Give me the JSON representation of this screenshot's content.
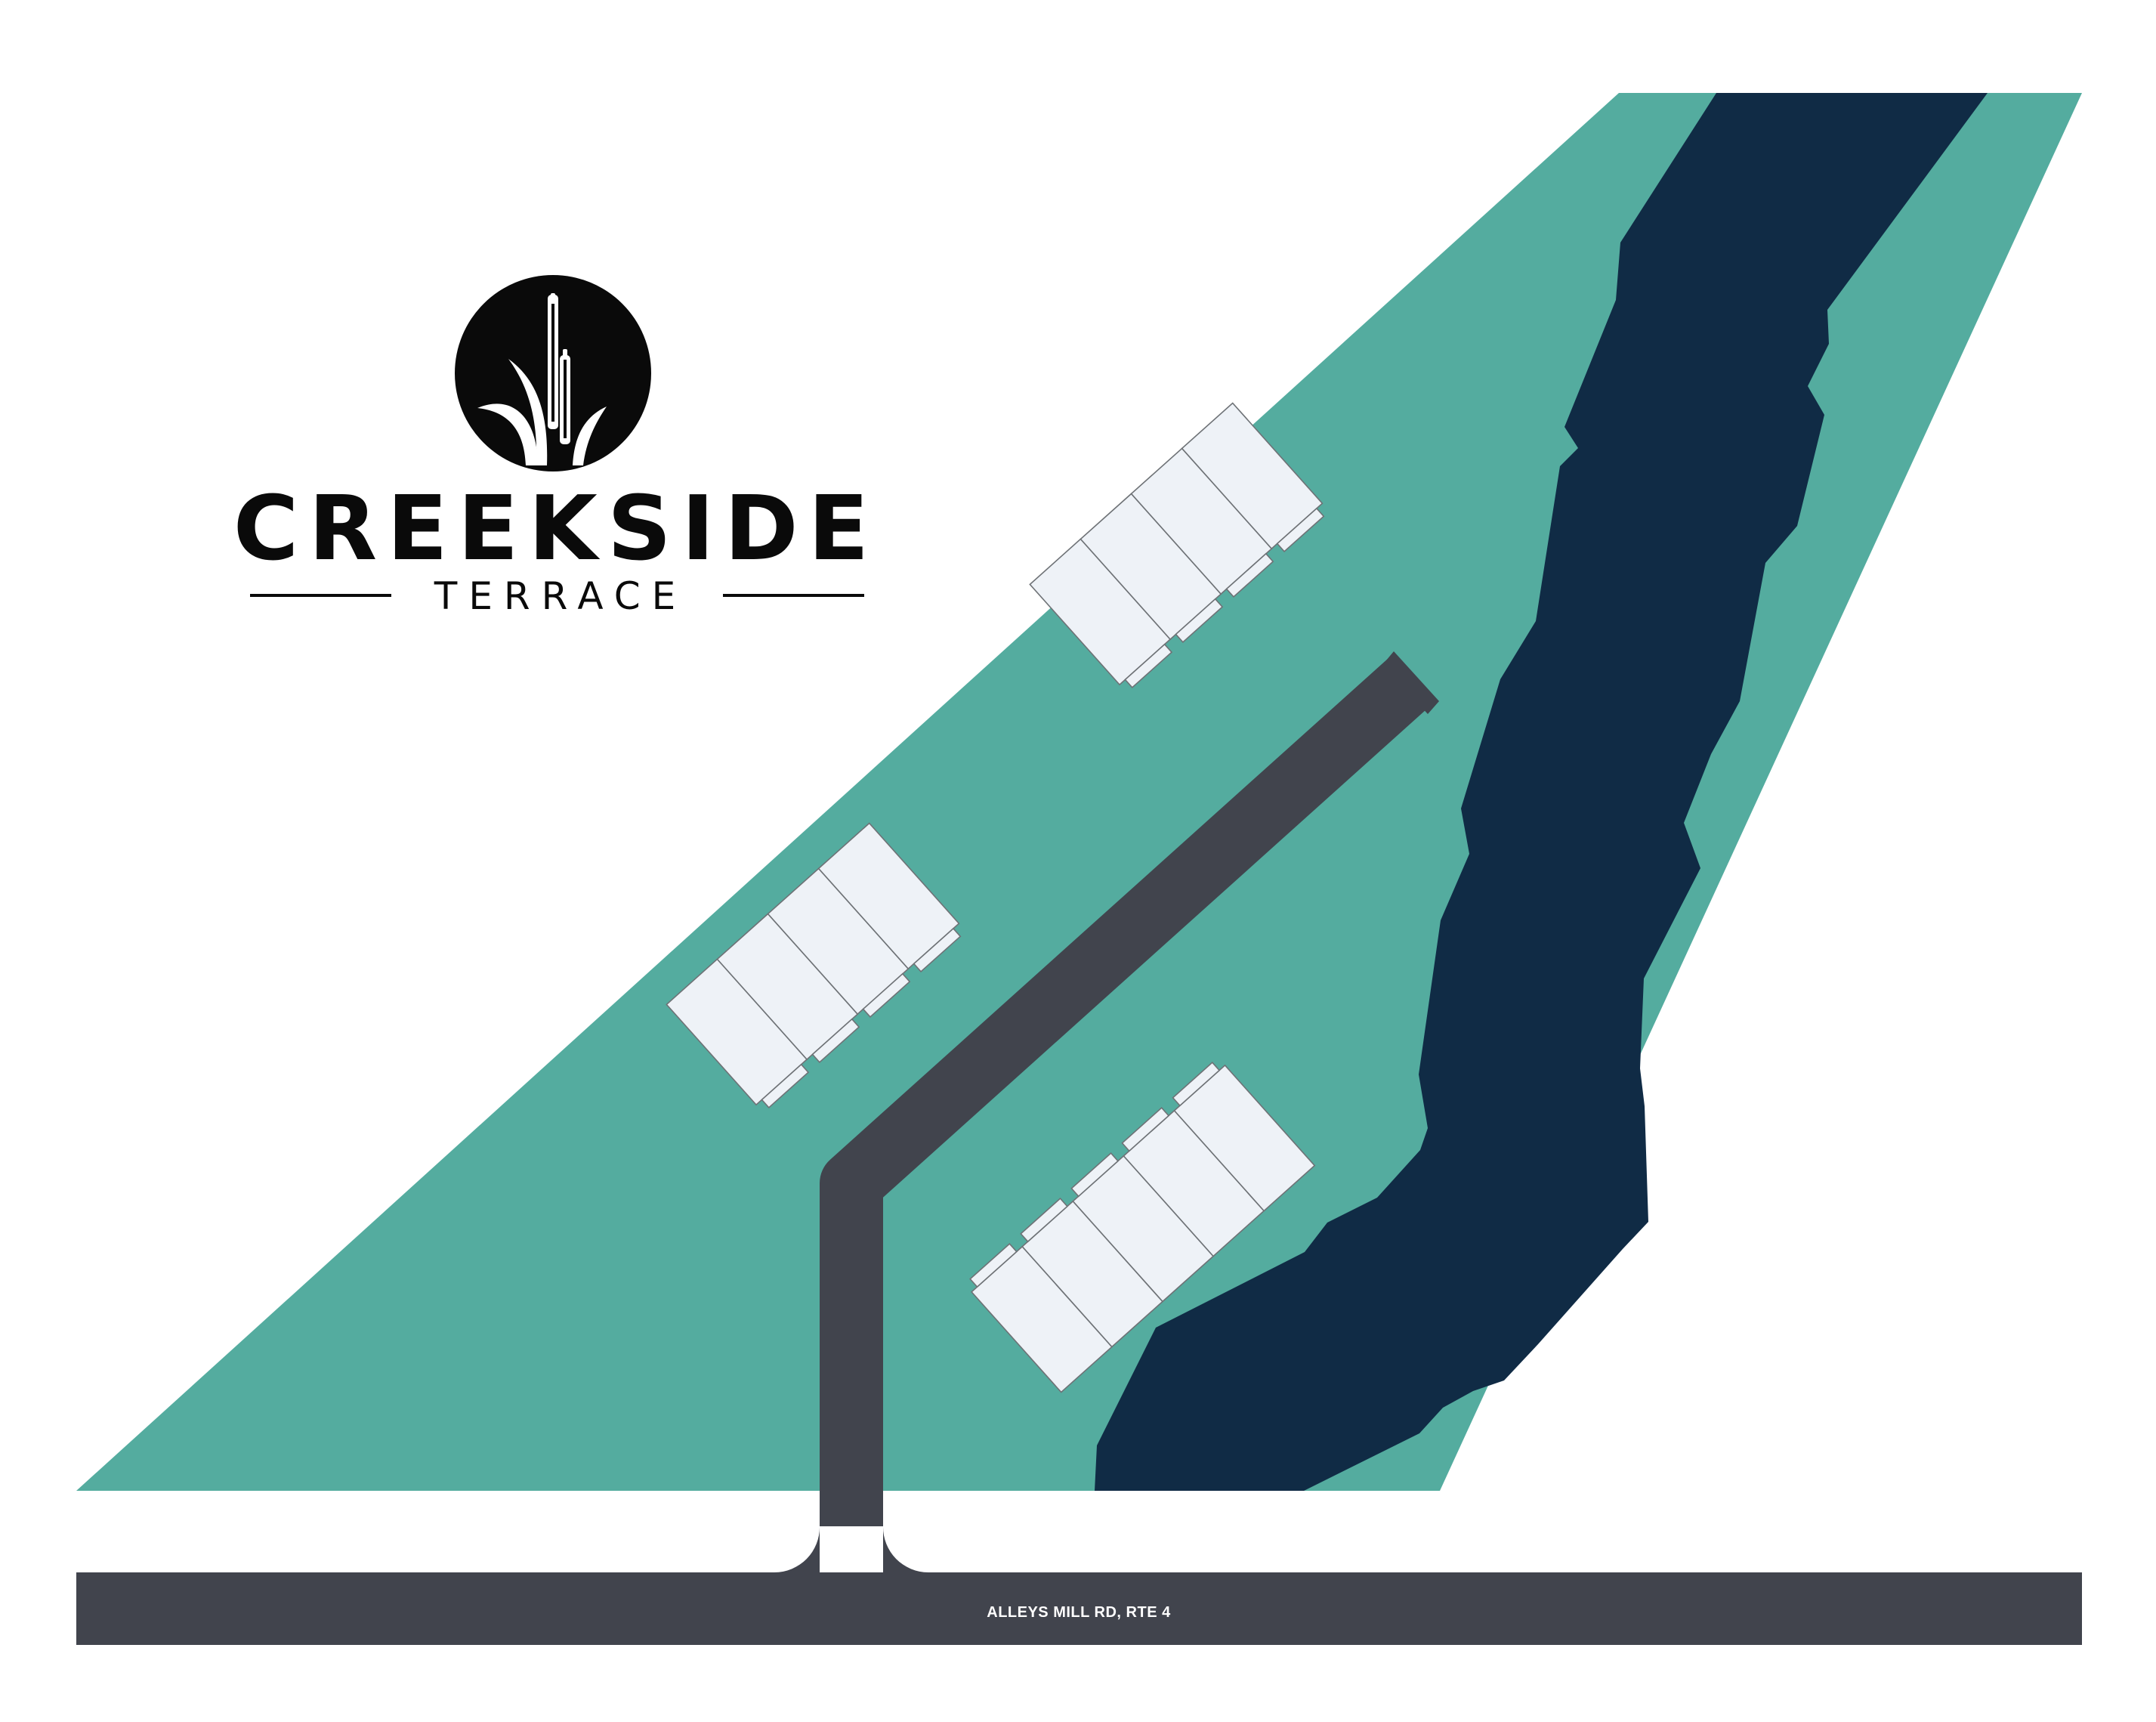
{
  "logo": {
    "title": "CREEKSIDE",
    "subtitle": "TERRACE",
    "mark": "cattail-icon"
  },
  "road": {
    "label": "ALLEYS MILL RD, RTE 4"
  },
  "colors": {
    "land": "#54ac9f",
    "creek": "#102b45",
    "road": "#41444d",
    "building": "#eef2f7",
    "building_outline": "#6e7276",
    "logo": "#0a0a0a",
    "road_label": "#ffffff"
  },
  "lots": {
    "north_cluster_units": 4,
    "west_cluster_units": 4,
    "south_cluster_units": 5
  }
}
